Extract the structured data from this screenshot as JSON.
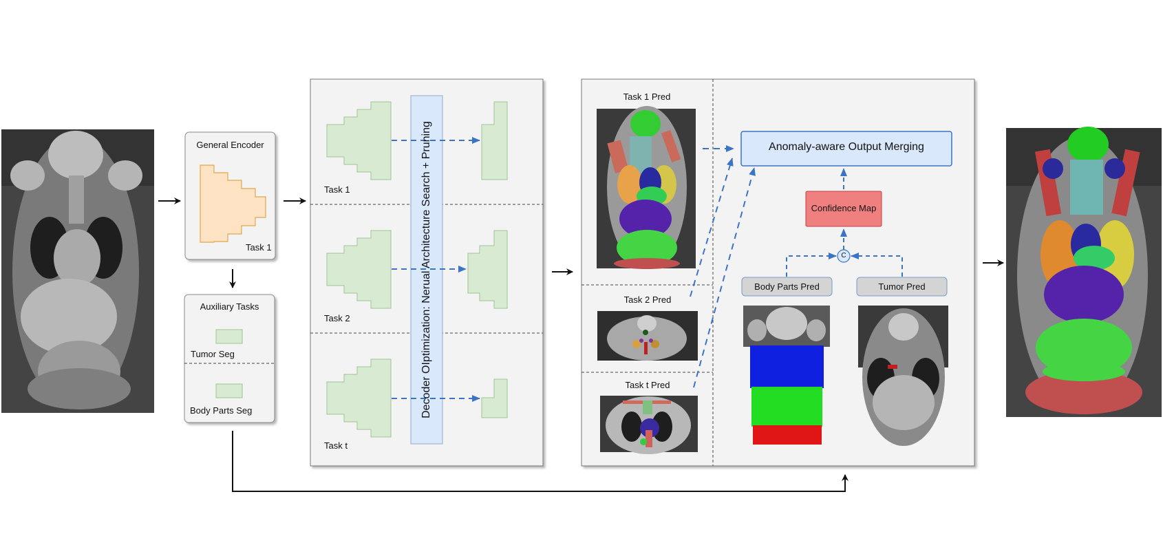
{
  "encoder": {
    "title": "General Encoder",
    "task_label": "Task 1"
  },
  "auxiliary": {
    "title": "Auxiliary Tasks",
    "tumor_seg": "Tumor Seg",
    "body_parts_seg": "Body Parts Seg"
  },
  "decoder_panel": {
    "vertical_label": "Decoder OIptimization: Nerual Architecture Search + Pruning",
    "tasks": [
      "Task 1",
      "Task 2",
      "Task t"
    ]
  },
  "merge_panel": {
    "preds": [
      "Task 1 Pred",
      "Task 2 Pred",
      "Task t Pred"
    ],
    "anomaly_box": "Anomaly-aware Output Merging",
    "confidence_map": "Confidence Map",
    "concat_symbol": "C",
    "body_parts_pred": "Body Parts Pred",
    "tumor_pred": "Tumor Pred"
  },
  "colors": {
    "panel_fill": "#f3f3f3",
    "decoder_green": "#d9ead3",
    "encoder_orange": "#fde3c4",
    "nas_blue": "#dae8fc",
    "confidence_red": "#f08080",
    "arrow_blue": "#3a74c4"
  }
}
